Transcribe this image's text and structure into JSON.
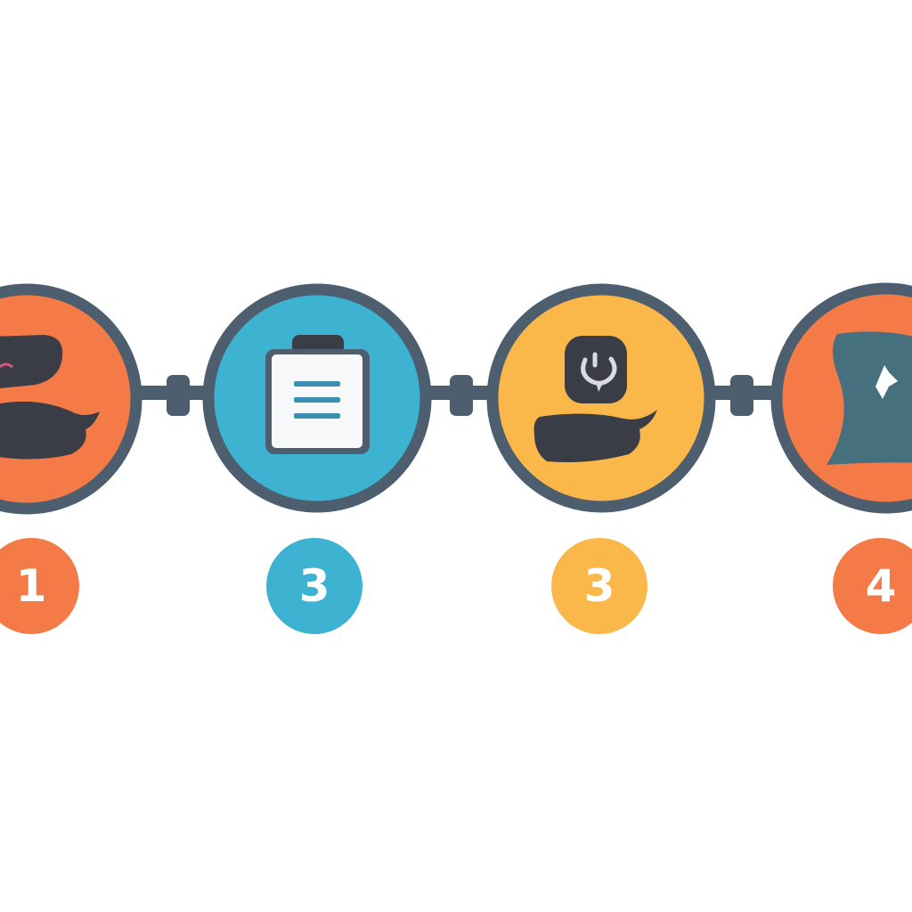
{
  "colors": {
    "background": "#ffffff",
    "ring": "#4d5f6e",
    "connector": "#4d5f6e",
    "icon_dark": "#3a3d46",
    "orange": "#f47b48",
    "blue": "#3db3d1",
    "yellow": "#fbb84a",
    "paper": "#f7f8fa",
    "teal_shape": "#47707f"
  },
  "steps": [
    {
      "number": "1",
      "color": "#f47b48",
      "icon": "speech-bubble-icon"
    },
    {
      "number": "3",
      "color": "#3db3d1",
      "icon": "clipboard-document-icon"
    },
    {
      "number": "3",
      "color": "#fbb84a",
      "icon": "chat-with-badge-icon"
    },
    {
      "number": "4",
      "color": "#f47b48",
      "icon": "sail-shape-icon"
    }
  ]
}
